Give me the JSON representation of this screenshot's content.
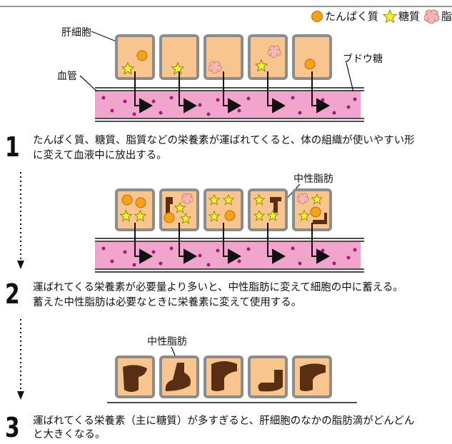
{
  "legend": {
    "protein": "たんぱく質",
    "sugar": "糖質",
    "fat": "脂質"
  },
  "labels": {
    "liver_cell": "肝細胞",
    "blood_vessel": "血管",
    "glucose": "ブドウ糖",
    "neutral_fat_1": "中性脂肪",
    "neutral_fat_2": "中性脂肪"
  },
  "steps": [
    {
      "number": "1",
      "line1": "たんぱく質、糖質、脂質などの栄養素が運ばれてくると、体の組織が使いやすい形",
      "line2": "に変えて血液中に放出する。"
    },
    {
      "number": "2",
      "line1": "運ばれてくる栄養素が必要量より多いと、中性脂肪に変えて細胞の中に蓄える。",
      "line2": "蓄えた中性脂肪は必要なときに栄養素に変えて使用する。"
    },
    {
      "number": "3",
      "line1": "運ばれてくる栄養素（主に糖質）が多すぎると、肝細胞のなかの脂肪滴がどんどん",
      "line2": "と大きくなる。"
    }
  ],
  "colors": {
    "cell_fill": "#F9C58F",
    "cell_border": "#8C8C8C",
    "protein": "#F5A21B",
    "sugar": "#F6EC3A",
    "fat": "#F7B8B0",
    "blood": "#F2A5CC",
    "blood_dot": "#9E1C7C",
    "neutral_fat": "#5A2E12"
  }
}
